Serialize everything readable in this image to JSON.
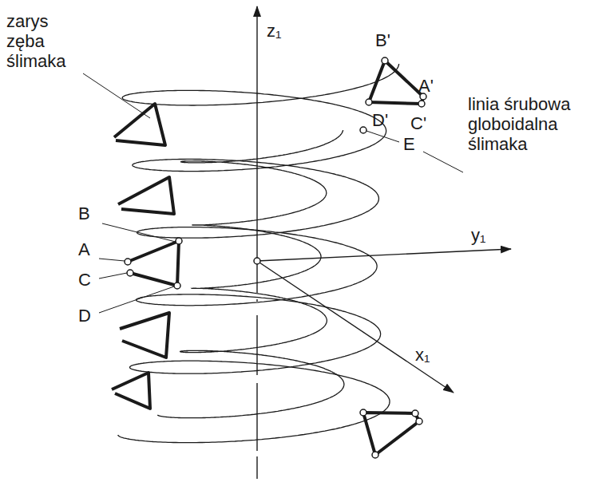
{
  "diagram": {
    "labels": [
      "zarys zęba ślimaka",
      "B'",
      "A'",
      "D'",
      "C'",
      "linia śrubowa globoidalna ślimaka",
      "E",
      "z₁",
      "B",
      "y₁",
      "A",
      "C",
      "D",
      "x₁"
    ]
  }
}
